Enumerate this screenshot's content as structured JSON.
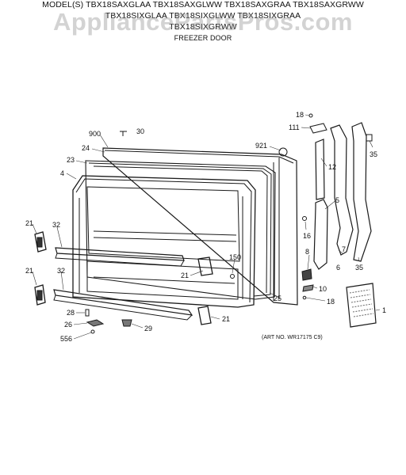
{
  "header": {
    "line1": "MODEL(S) TBX18SAXGLAA TBX18SAXGLWW TBX18SAXGRAA TBX18SAXGRWW",
    "line2": "TBX18SIXGLAA TBX18SIXGLWW TBX18SIXGRAA",
    "line3": "TBX18SIXGRWW",
    "section_title": "FREEZER DOOR"
  },
  "watermark": "AppliancePartsPros.com",
  "art_number": "(ART NO. WR17175 C9)",
  "callouts": {
    "c900": "900",
    "c30": "30",
    "c24": "24",
    "c23": "23",
    "c4": "4",
    "c921": "921",
    "c18a": "18",
    "c111": "111",
    "c35a": "35",
    "c12": "12",
    "c5": "5",
    "c16": "16",
    "c7": "7",
    "c6": "6",
    "c8": "8",
    "c35b": "35",
    "c10": "10",
    "c18b": "18",
    "c1": "1",
    "c21a": "21",
    "c32a": "32",
    "c21b": "21",
    "c32b": "32",
    "c150": "150",
    "c21c": "21",
    "c25": "25",
    "c28": "28",
    "c26": "26",
    "c556": "556",
    "c29": "29",
    "c21d": "21"
  }
}
